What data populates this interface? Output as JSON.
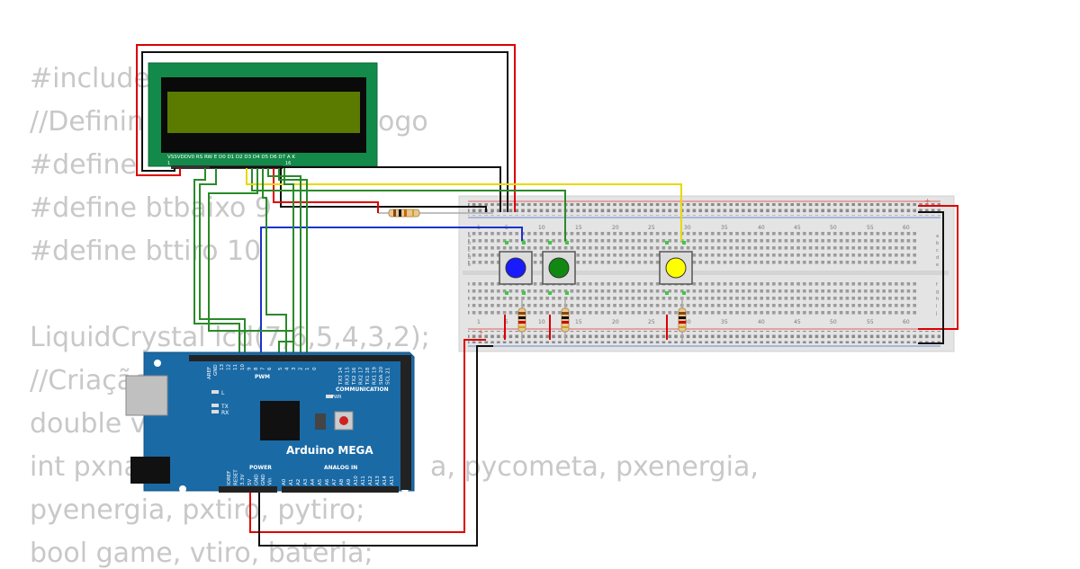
{
  "code_lines": [
    "#include",
    "//Definin",
    "ogo",
    "#define",
    "#define btbaixo 9",
    "#define bttiro 10",
    "",
    "LiquidCrystal lcd(7,6,5,4,3,2);",
    "//Criação",
    "double v",
    "int pxna",
    "a, pycometa, pxenergia,",
    "pyenergia, pxtiro, pytiro;",
    "bool game, vtiro, bateria;"
  ],
  "lcd": {
    "pin_labels": "VSSVDDV0 RS RW E  D0 D1 D2 D3 D4 D5 D6 D7  A   K",
    "pin_num_left": "1",
    "pin_num_right": "16"
  },
  "arduino": {
    "name": "Arduino MEGA",
    "pwm_label": "PWM",
    "communication_label": "COMMUNICATION",
    "pwr_label": "PWR",
    "power_label": "POWER",
    "analog_label": "ANALOG IN",
    "led_l": "L",
    "led_tx": "TX",
    "led_rx": "RX",
    "aref": "AREF",
    "gnd": "GND",
    "top_pins": [
      "13",
      "12",
      "11",
      "10",
      "9",
      "8",
      "7",
      "6",
      "5",
      "4",
      "3",
      "2",
      "1",
      "0"
    ],
    "tx_rx": [
      "TX",
      "RX"
    ],
    "comm_pins": [
      "TX3 14",
      "RX3 15",
      "TX2 16",
      "RX2 17",
      "TX1 18",
      "RX1 19",
      "SDA 20",
      "SCL 21"
    ],
    "power_pins": [
      "IOREF",
      "RESET",
      "3.3V",
      "5V",
      "GND",
      "GND",
      "Vin"
    ],
    "analog_pins": [
      "A0",
      "A1",
      "A2",
      "A3",
      "A4",
      "A5",
      "A6",
      "A7",
      "A8",
      "A9",
      "A10",
      "A11",
      "A12",
      "A13",
      "A14",
      "A15"
    ]
  },
  "breadboard": {
    "col_numbers": [
      "1",
      "5",
      "10",
      "15",
      "20",
      "25",
      "30",
      "35",
      "40",
      "45",
      "50",
      "55",
      "60"
    ],
    "row_letters_top": [
      "a",
      "b",
      "c",
      "d",
      "e"
    ],
    "row_letters_bottom": [
      "f",
      "g",
      "h",
      "i",
      "j"
    ],
    "plus": "+"
  },
  "buttons": [
    {
      "color": "#1a1aff",
      "name": "blue"
    },
    {
      "color": "#118811",
      "name": "green"
    },
    {
      "color": "#ffff00",
      "name": "yellow"
    }
  ],
  "wire_colors": {
    "red": "#dd0000",
    "black": "#111111",
    "green": "#2a8a2a",
    "yellow": "#e8d800",
    "blue": "#1a33cc"
  }
}
